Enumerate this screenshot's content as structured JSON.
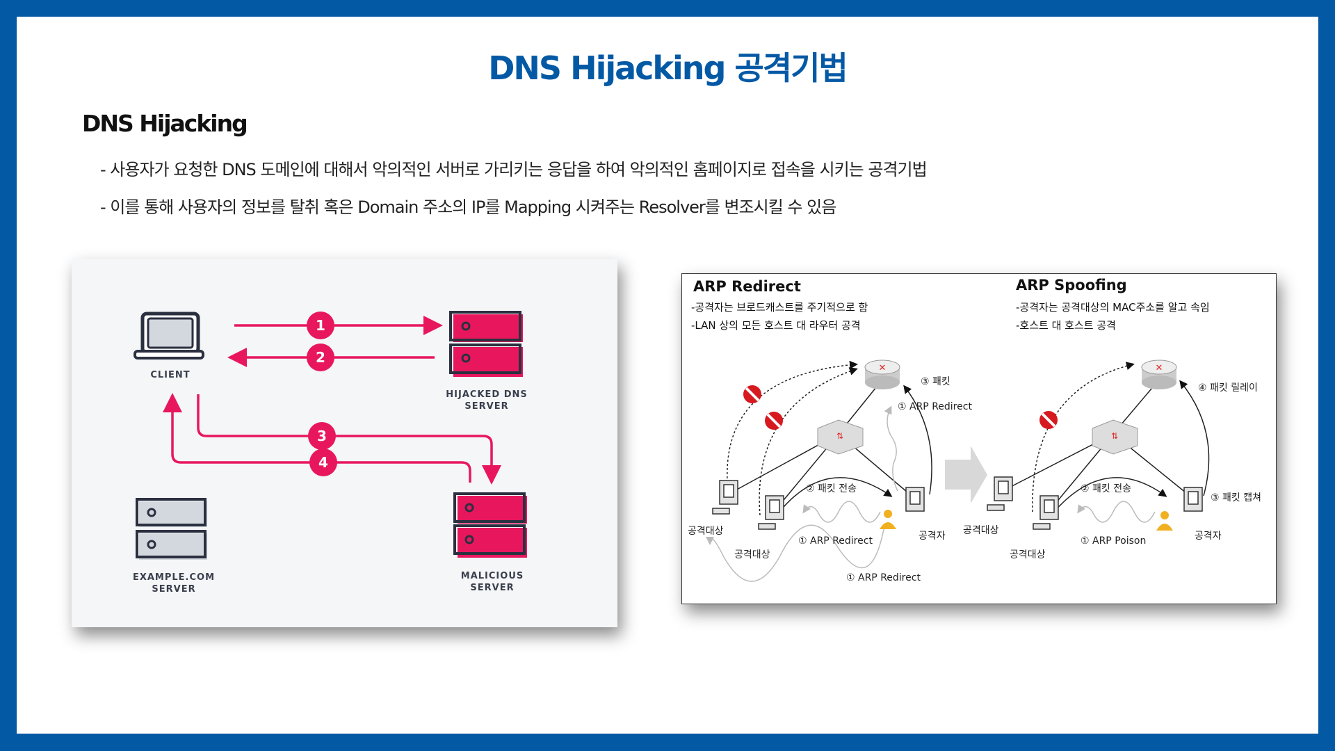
{
  "title": "DNS  Hijacking 공격기법",
  "section_heading": "DNS Hijacking",
  "bullets": [
    "- 사용자가 요청한 DNS 도메인에 대해서 악의적인 서버로 가리키는 응답을 하여 악의적인 홈페이지로 접속을 시키는 공격기법",
    "- 이를 통해 사용자의 정보를 탈취 혹은 Domain 주소의  IP를 Mapping 시켜주는 Resolver를 변조시킬 수 있음"
  ],
  "colors": {
    "frame": "#0459a5",
    "accent": "#e8175d",
    "outline": "#2b3040",
    "server_gray": "#d3d7de"
  },
  "dns_diagram": {
    "client_label": "CLIENT",
    "hijacked_label": [
      "HIJACKED DNS",
      "SERVER"
    ],
    "example_label": [
      "EXAMPLE.COM",
      "SERVER"
    ],
    "malicious_label": [
      "MALICIOUS",
      "SERVER"
    ],
    "steps": [
      "1",
      "2",
      "3",
      "4"
    ]
  },
  "arp_diagram": {
    "redirect": {
      "title": "ARP Redirect",
      "lines": [
        "-공격자는 브로드캐스트를 주기적으로 함",
        "-LAN 상의 모든 호스트 대 라우터 공격"
      ],
      "labels": {
        "packet": "③ 패킷",
        "arp_redirect_up": "① ARP Redirect",
        "packet_send": "② 패킷 전송",
        "target1": "공격대상",
        "target2": "공격대상",
        "arp_redirect_mid": "① ARP Redirect",
        "attacker": "공격자",
        "arp_redirect_bottom": "① ARP Redirect"
      }
    },
    "spoofing": {
      "title": "ARP Spoofing",
      "lines": [
        "-공격자는 공격대상의 MAC주소를 알고 속임",
        "-호스트 대 호스트 공격"
      ],
      "labels": {
        "relay": "④ 패킷 릴레이",
        "packet_send": "② 패킷 전송",
        "capture": "③ 패킷 캡쳐",
        "target1": "공격대상",
        "target2": "공격대상",
        "arp_poison": "① ARP Poison",
        "attacker": "공격자"
      }
    }
  }
}
